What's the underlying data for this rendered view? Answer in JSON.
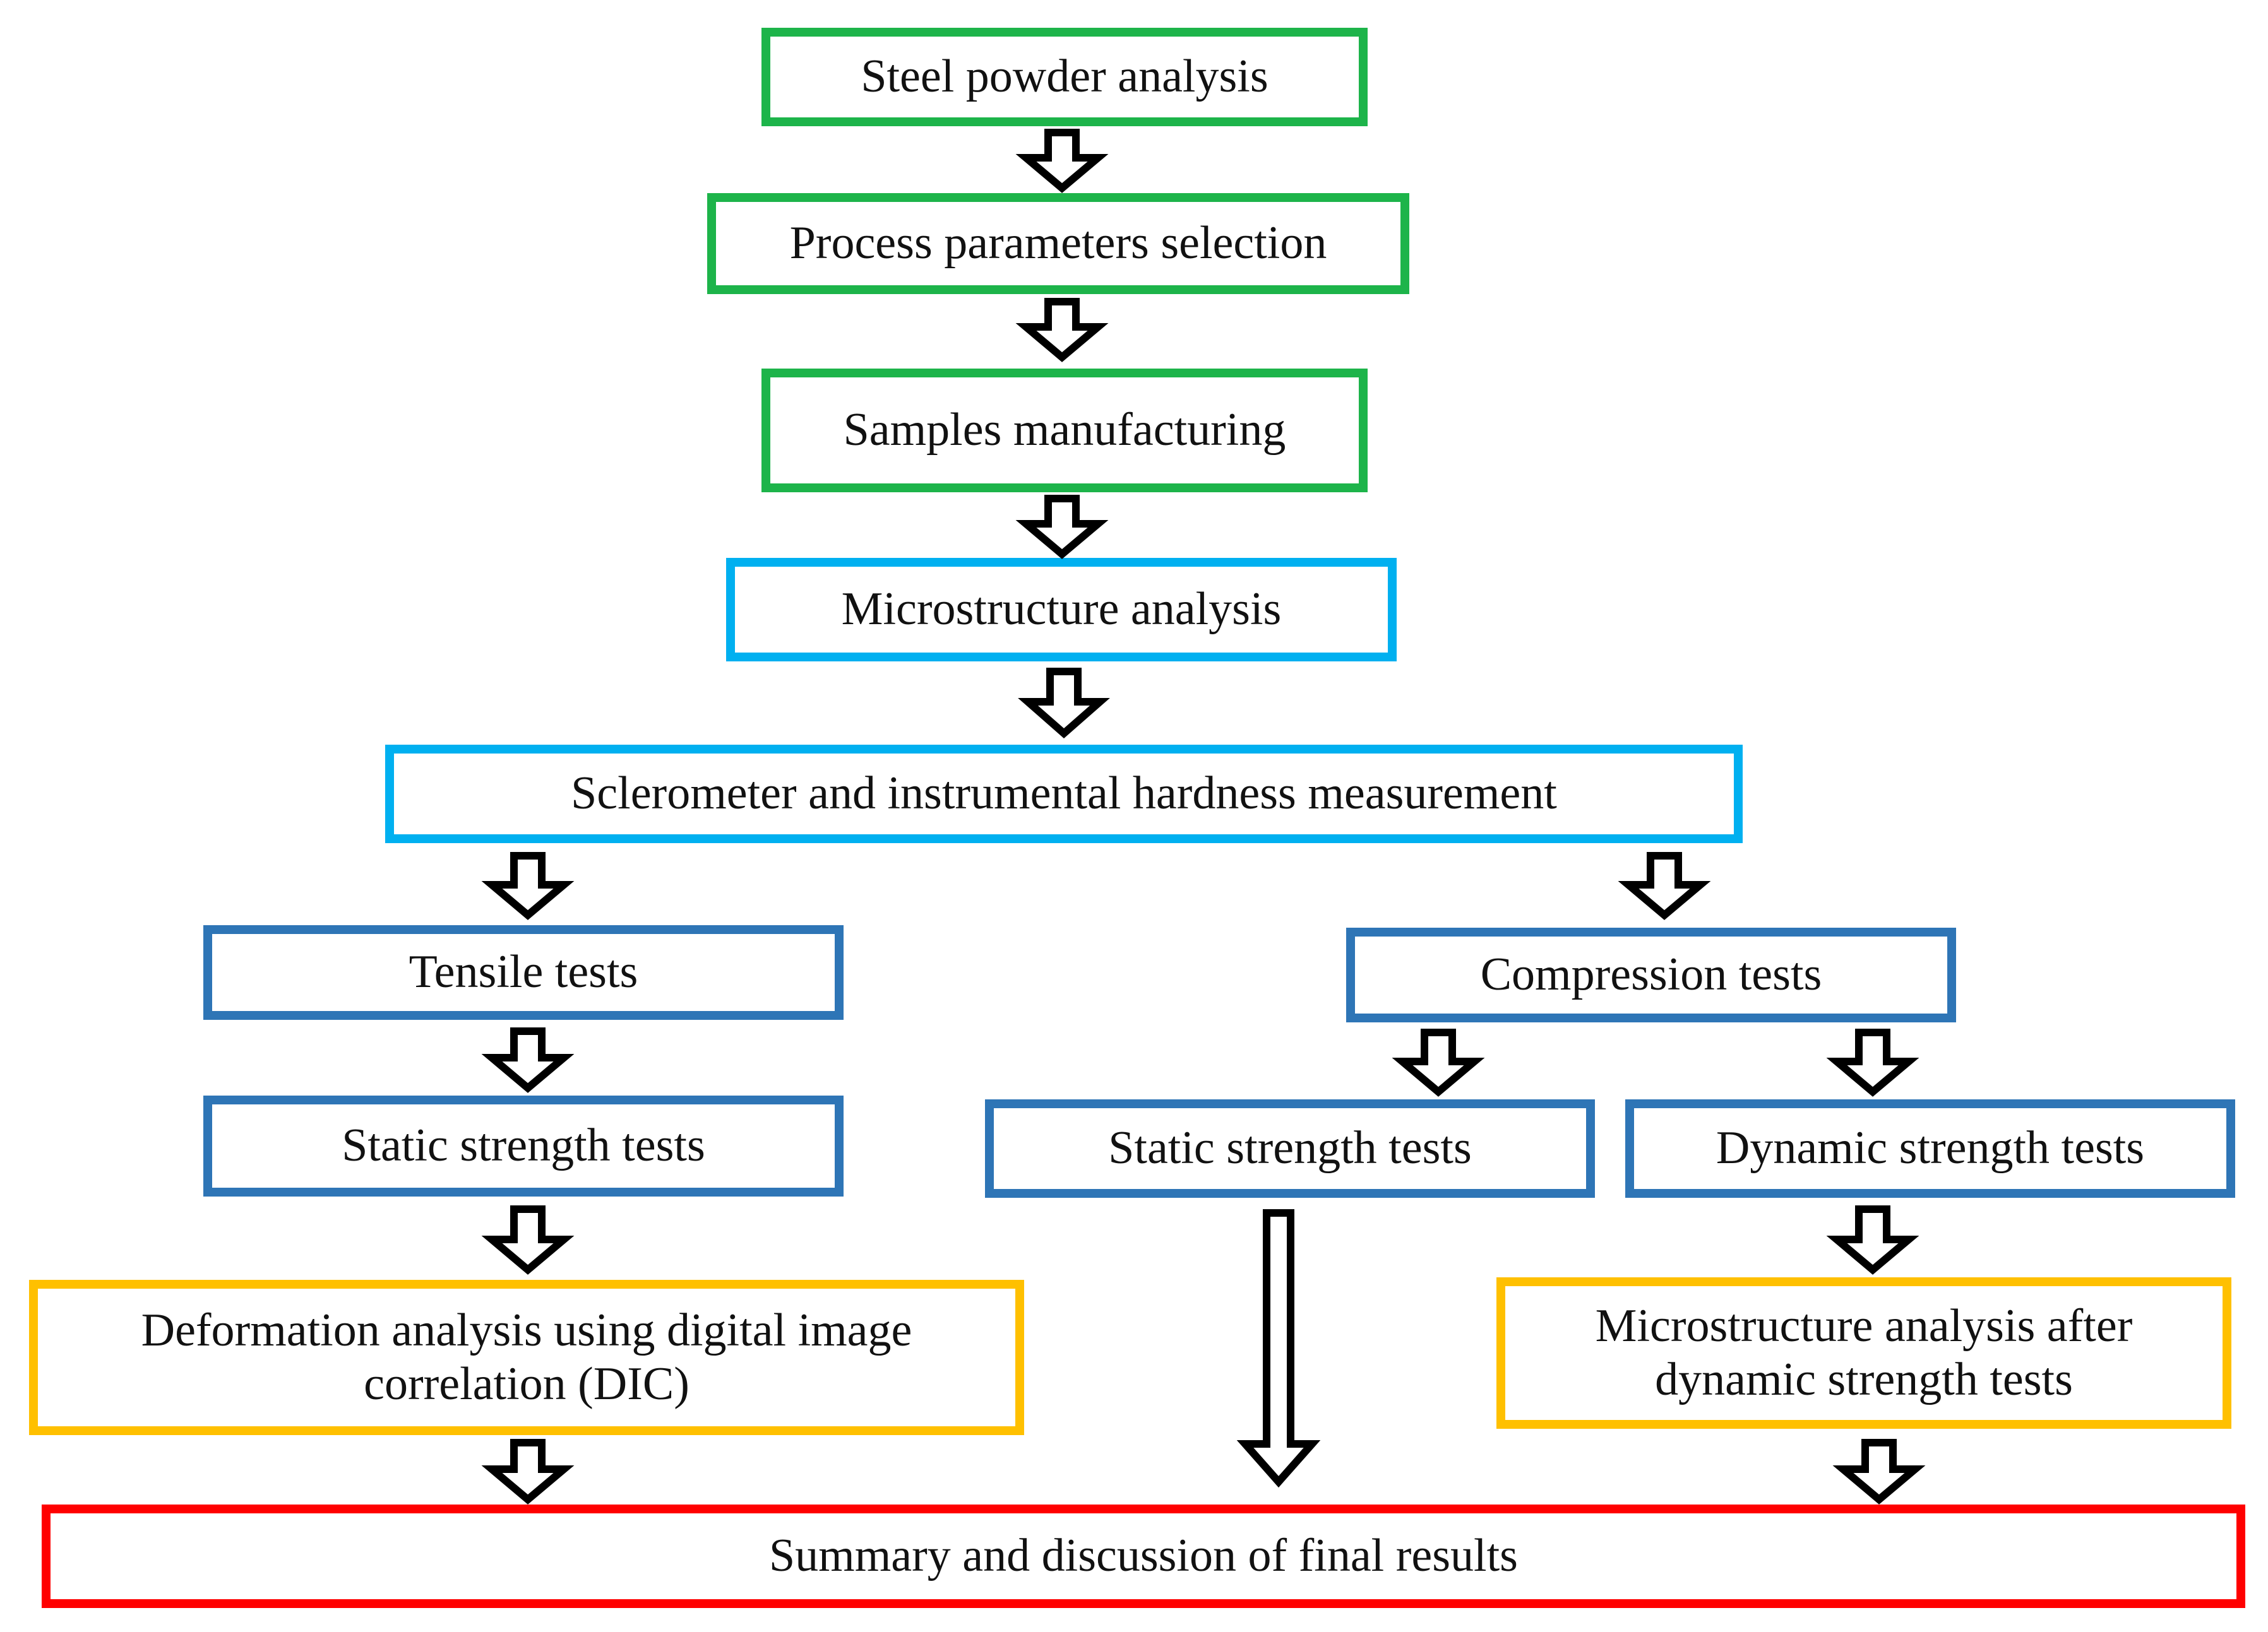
{
  "diagram": {
    "colors": {
      "preparation": "#1db44a",
      "microstructure": "#00b0f0",
      "testing": "#2e75b6",
      "analysis": "#ffc000",
      "summary": "#ff0000",
      "arrow_stroke": "#000000",
      "arrow_fill": "#ffffff"
    },
    "nodes": {
      "powder": {
        "label": "Steel powder analysis",
        "category": "preparation"
      },
      "params": {
        "label": "Process parameters selection",
        "category": "preparation"
      },
      "samples": {
        "label": "Samples manufacturing",
        "category": "preparation"
      },
      "micro": {
        "label": "Microstructure analysis",
        "category": "microstructure"
      },
      "hardness": {
        "label": "Sclerometer and instrumental hardness measurement",
        "category": "microstructure"
      },
      "tensile": {
        "label": "Tensile tests",
        "category": "testing"
      },
      "compression": {
        "label": "Compression tests",
        "category": "testing"
      },
      "tensile_static": {
        "label": "Static strength tests",
        "category": "testing"
      },
      "comp_static": {
        "label": "Static strength tests",
        "category": "testing"
      },
      "comp_dynamic": {
        "label": "Dynamic strength tests",
        "category": "testing"
      },
      "dic": {
        "label_line1": "Deformation analysis using digital image",
        "label_line2": "correlation (DIC)",
        "category": "analysis"
      },
      "micro_after": {
        "label_line1": "Microstructure analysis after",
        "label_line2": "dynamic strength tests",
        "category": "analysis"
      },
      "summary": {
        "label": "Summary and discussion of final results",
        "category": "summary"
      }
    },
    "edges": [
      {
        "from": "powder",
        "to": "params"
      },
      {
        "from": "params",
        "to": "samples"
      },
      {
        "from": "samples",
        "to": "micro"
      },
      {
        "from": "micro",
        "to": "hardness"
      },
      {
        "from": "hardness",
        "to": "tensile"
      },
      {
        "from": "hardness",
        "to": "compression"
      },
      {
        "from": "tensile",
        "to": "tensile_static"
      },
      {
        "from": "tensile_static",
        "to": "dic"
      },
      {
        "from": "dic",
        "to": "summary"
      },
      {
        "from": "compression",
        "to": "comp_static"
      },
      {
        "from": "compression",
        "to": "comp_dynamic"
      },
      {
        "from": "comp_static",
        "to": "summary"
      },
      {
        "from": "comp_dynamic",
        "to": "micro_after"
      },
      {
        "from": "micro_after",
        "to": "summary"
      }
    ]
  }
}
